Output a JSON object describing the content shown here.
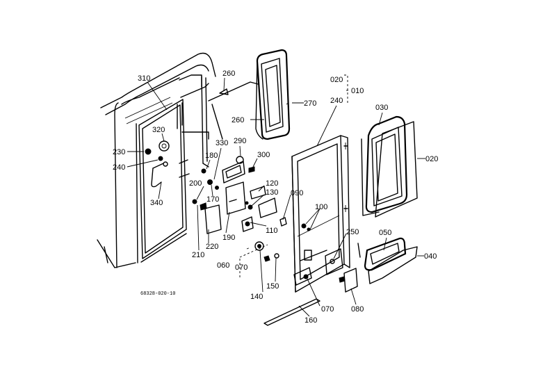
{
  "drawing_code": "68328-020-10",
  "parts": [
    {
      "id": "310",
      "text": "310"
    },
    {
      "id": "260a",
      "text": "260"
    },
    {
      "id": "260b",
      "text": "260"
    },
    {
      "id": "270",
      "text": "270"
    },
    {
      "id": "020a",
      "text": "020"
    },
    {
      "id": "010",
      "text": "010"
    },
    {
      "id": "240a",
      "text": "240"
    },
    {
      "id": "030",
      "text": "030"
    },
    {
      "id": "020b",
      "text": "020"
    },
    {
      "id": "320",
      "text": "320"
    },
    {
      "id": "230",
      "text": "230"
    },
    {
      "id": "240b",
      "text": "240"
    },
    {
      "id": "340",
      "text": "340"
    },
    {
      "id": "180",
      "text": "180"
    },
    {
      "id": "330",
      "text": "330"
    },
    {
      "id": "290",
      "text": "290"
    },
    {
      "id": "300",
      "text": "300"
    },
    {
      "id": "200",
      "text": "200"
    },
    {
      "id": "170",
      "text": "170"
    },
    {
      "id": "120",
      "text": "120"
    },
    {
      "id": "130",
      "text": "130"
    },
    {
      "id": "090",
      "text": "090"
    },
    {
      "id": "100",
      "text": "100"
    },
    {
      "id": "110",
      "text": "110"
    },
    {
      "id": "190",
      "text": "190"
    },
    {
      "id": "220",
      "text": "220"
    },
    {
      "id": "210",
      "text": "210"
    },
    {
      "id": "250",
      "text": "250"
    },
    {
      "id": "050",
      "text": "050"
    },
    {
      "id": "040",
      "text": "040"
    },
    {
      "id": "060",
      "text": "060"
    },
    {
      "id": "070a",
      "text": "070"
    },
    {
      "id": "140",
      "text": "140"
    },
    {
      "id": "150",
      "text": "150"
    },
    {
      "id": "070b",
      "text": "070"
    },
    {
      "id": "080",
      "text": "080"
    },
    {
      "id": "160",
      "text": "160"
    }
  ]
}
